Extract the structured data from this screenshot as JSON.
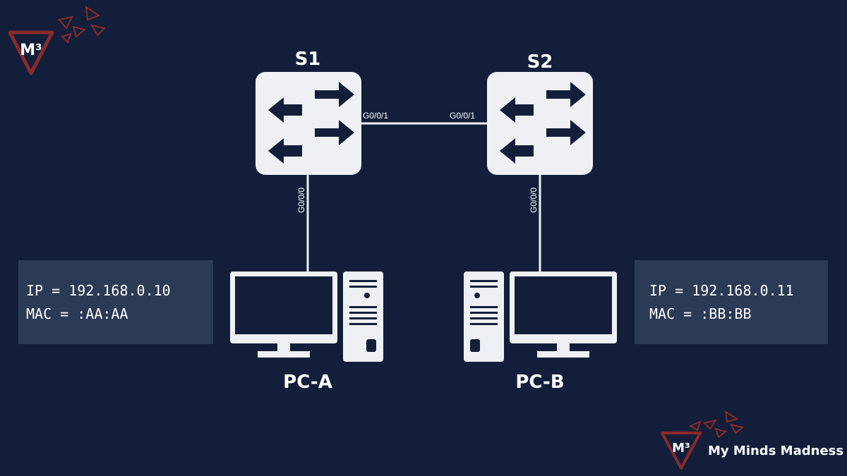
{
  "devices": {
    "s1": {
      "label": "S1"
    },
    "s2": {
      "label": "S2"
    },
    "pc_a": {
      "label": "PC-A"
    },
    "pc_b": {
      "label": "PC-B"
    }
  },
  "ports": {
    "s1_g001": "G0/0/1",
    "s2_g001": "G0/0/1",
    "s1_g000": "G0/0/0",
    "s2_g000": "G0/0/0"
  },
  "info": {
    "pc_a": {
      "ip": "IP = 192.168.0.10",
      "mac": "MAC = :AA:AA"
    },
    "pc_b": {
      "ip": "IP = 192.168.0.11",
      "mac": "MAC = :BB:BB"
    }
  },
  "brand": {
    "logo_text": "M³",
    "name": "My Minds Madness"
  },
  "colors": {
    "background": "#131f3a",
    "device": "#eef0f3",
    "info_box": "#2b3a55",
    "logo_accent": "#8a2a2a"
  }
}
